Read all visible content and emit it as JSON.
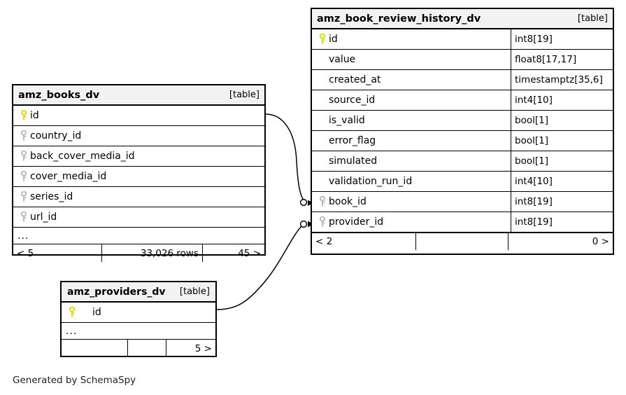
{
  "diagram": {
    "generator_credit": "Generated by SchemaSpy",
    "table_tag": "[table]",
    "ellipsis": "...",
    "colors": {
      "primary_key": "#e8e800",
      "foreign_key": "#bbbbbb",
      "header_bg": "#f2f2f2",
      "border": "#000000",
      "background": "#ffffff"
    }
  },
  "tables": {
    "review_history": {
      "name": "amz_book_review_history_dv",
      "tag": "[table]",
      "columns": [
        {
          "name": "id",
          "type": "int8[19]",
          "key": "primary"
        },
        {
          "name": "value",
          "type": "float8[17,17]",
          "key": "none"
        },
        {
          "name": "created_at",
          "type": "timestamptz[35,6]",
          "key": "none"
        },
        {
          "name": "source_id",
          "type": "int4[10]",
          "key": "none"
        },
        {
          "name": "is_valid",
          "type": "bool[1]",
          "key": "none"
        },
        {
          "name": "error_flag",
          "type": "bool[1]",
          "key": "none"
        },
        {
          "name": "simulated",
          "type": "bool[1]",
          "key": "none"
        },
        {
          "name": "validation_run_id",
          "type": "int4[10]",
          "key": "none"
        },
        {
          "name": "book_id",
          "type": "int8[19]",
          "key": "foreign"
        },
        {
          "name": "provider_id",
          "type": "int8[19]",
          "key": "foreign"
        }
      ],
      "footer": {
        "parents": "< 2",
        "rows": "",
        "children": "0 >"
      }
    },
    "books": {
      "name": "amz_books_dv",
      "tag": "[table]",
      "columns": [
        {
          "name": "id",
          "type": "",
          "key": "primary"
        },
        {
          "name": "country_id",
          "type": "",
          "key": "foreign"
        },
        {
          "name": "back_cover_media_id",
          "type": "",
          "key": "foreign"
        },
        {
          "name": "cover_media_id",
          "type": "",
          "key": "foreign"
        },
        {
          "name": "series_id",
          "type": "",
          "key": "foreign"
        },
        {
          "name": "url_id",
          "type": "",
          "key": "foreign"
        }
      ],
      "more_indicator": "...",
      "footer": {
        "parents": "< 5",
        "rows": "33,026 rows",
        "children": "45 >"
      }
    },
    "providers": {
      "name": "amz_providers_dv",
      "tag": "[table]",
      "columns": [
        {
          "name": "id",
          "type": "",
          "key": "primary"
        }
      ],
      "more_indicator": "...",
      "footer": {
        "parents": "",
        "rows": "",
        "children": "5 >"
      }
    }
  },
  "relationships": [
    {
      "from": "amz_books_dv.id",
      "to": "amz_book_review_history_dv.book_id"
    },
    {
      "from": "amz_providers_dv.id",
      "to": "amz_book_review_history_dv.provider_id"
    }
  ]
}
